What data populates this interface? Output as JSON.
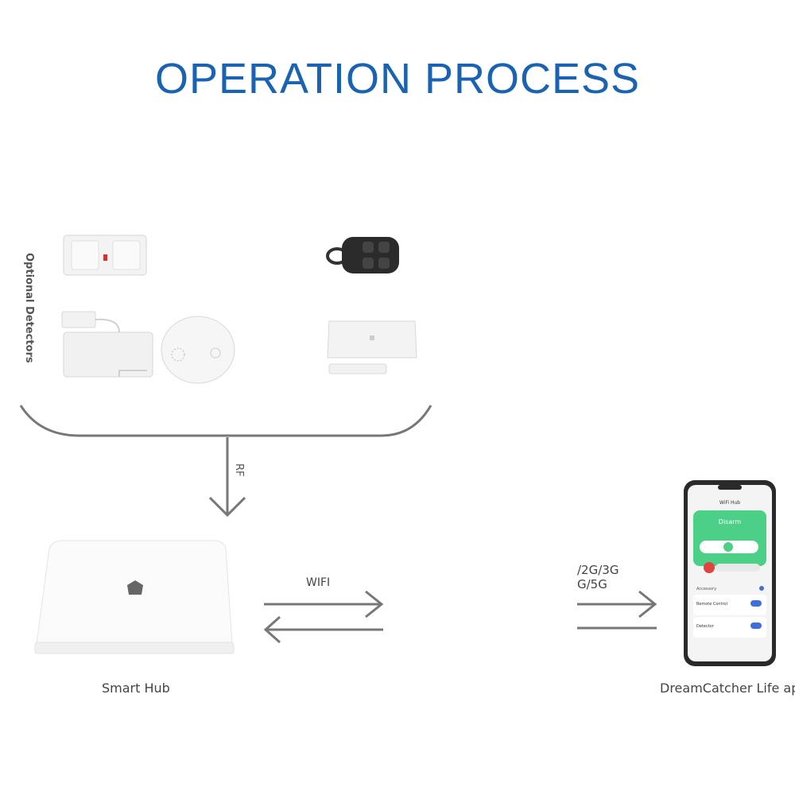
{
  "title": "OPERATION PROCESS",
  "detectors": {
    "label": "Optional Detectors",
    "items": [
      "pir-motion-detector",
      "remote-keyfob",
      "water-leak-detector",
      "smoke-detector",
      "door-window-sensor"
    ]
  },
  "links": {
    "rf": "RF",
    "wifi": "WIFI",
    "network_line1": "/2G/3G",
    "network_line2": "G/5G"
  },
  "hub": {
    "label": "Smart Hub"
  },
  "app": {
    "label": "DreamCatcher Life app",
    "screen_title": "WiFi Hub",
    "status": "Disarm",
    "section": "Accessory",
    "rows": [
      "Remote Control",
      "Detector"
    ]
  },
  "colors": {
    "title": "#1a63b3",
    "app_green": "#4ccf86",
    "line": "#777777"
  }
}
